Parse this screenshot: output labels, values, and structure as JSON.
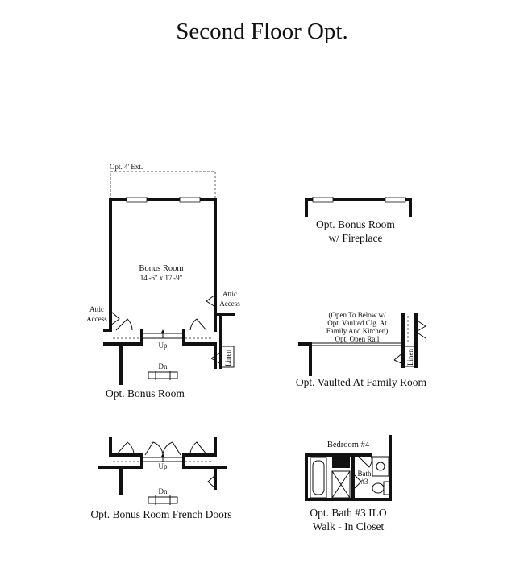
{
  "title": "Second Floor Opt.",
  "plans": {
    "bonus_room": {
      "caption": "Opt. Bonus Room",
      "ext_label": "Opt. 4' Ext.",
      "room_name": "Bonus Room",
      "room_dims": "14'-6\" x 17'-9\"",
      "attic_left_1": "Attic",
      "attic_left_2": "Access",
      "attic_right_1": "Attic",
      "attic_right_2": "Access",
      "up_label": "Up",
      "dn_label": "Dn",
      "linen_label": "Linen"
    },
    "fireplace": {
      "caption_1": "Opt. Bonus Room",
      "caption_2": "w/ Fireplace"
    },
    "vaulted": {
      "note_1": "(Open To Below w/",
      "note_2": "Opt. Vaulted Clg. At",
      "note_3": "Family And Kitchen)",
      "rail_label": "Opt. Open Rail",
      "linen_label": "Linen",
      "caption": "Opt. Vaulted At Family Room"
    },
    "french_doors": {
      "up_label": "Up",
      "dn_label": "Dn",
      "caption": "Opt. Bonus Room French Doors"
    },
    "bath": {
      "bedroom_label": "Bedroom #4",
      "bath_label_1": "Bath",
      "bath_label_2": "#3",
      "caption_1": "Opt. Bath #3 ILO",
      "caption_2": "Walk - In Closet"
    }
  }
}
